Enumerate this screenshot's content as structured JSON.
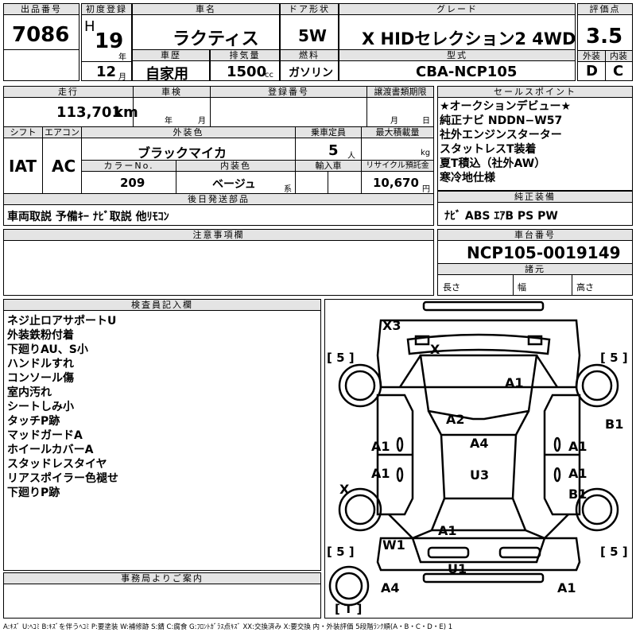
{
  "header": {
    "lot_label": "出品番号",
    "lot_value": "7086",
    "first_reg_label": "初度登録",
    "era": "H",
    "year": "19",
    "year_unit": "年",
    "month": "12",
    "month_unit": "月",
    "car_name_label": "車名",
    "car_name": "ラクティス",
    "door_label": "ドア形状",
    "door": "5W",
    "grade_label": "グレード",
    "grade": "X HIDセレクション2 4WD",
    "score_label": "評価点",
    "score": "3.5",
    "history_label": "車歴",
    "history": "自家用",
    "displacement_label": "排気量",
    "displacement": "1500",
    "cc": "cc",
    "fuel_label": "燃料",
    "fuel": "ガソリン",
    "model_label": "型式",
    "model": "CBA-NCP105",
    "ext_label": "外装",
    "ext": "D",
    "int_label": "内装",
    "int": "C"
  },
  "row2": {
    "mileage_label": "走行",
    "mileage": "113,701",
    "km": "km",
    "inspection_label": "車検",
    "year_unit": "年",
    "month_unit": "月",
    "reg_no_label": "登録番号",
    "transfer_label": "譲渡書類期限",
    "day_unit": "日",
    "shift_label": "シフト",
    "shift": "IAT",
    "ac_label": "エアコン",
    "ac": "AC",
    "ext_color_label": "外装色",
    "ext_color": "ブラックマイカ",
    "capacity_label": "乗車定員",
    "capacity": "5",
    "capacity_unit": "人",
    "load_label": "最大積載量",
    "load_unit": "kg",
    "color_no_label": "カラーNo.",
    "color_no": "209",
    "int_color_label": "内装色",
    "int_color": "ベージュ",
    "int_color_unit": "系",
    "import_label": "輸入車",
    "recycle_label": "リサイクル預託金",
    "recycle": "10,670",
    "yen": "円",
    "later_label": "後日発送部品",
    "later": "車両取説 予備ｷｰ ﾅﾋﾞ取説 他ﾘﾓｺﾝ"
  },
  "selling": {
    "label": "セールスポイント",
    "items": [
      "★オークションデビュー★",
      "純正ナビ NDDN−W57",
      "社外エンジンスターター",
      "スタットレスT装着",
      "夏T積込（社外AW）",
      "寒冷地仕様"
    ]
  },
  "equipment": {
    "label": "純正装備",
    "value": "ﾅﾋﾞ ABS ｴｱB PS PW"
  },
  "caution": {
    "label": "注意事項欄"
  },
  "chassis": {
    "label": "車台番号",
    "value": "NCP105-0019149",
    "spec_label": "諸元",
    "len": "長さ",
    "width": "幅",
    "height": "高さ"
  },
  "inspector": {
    "label": "検査員記入欄",
    "items": [
      "ネジ止ロアサポートU",
      "外装鉄粉付着",
      "下廻りAU、S小",
      "ハンドルすれ",
      "コンソール傷",
      "室内汚れ",
      "シートしみ小",
      "タッチP跡",
      "マッドガードA",
      "ホイールカバーA",
      "スタッドレスタイヤ",
      "リアスポイラー色褪せ",
      "下廻りP跡"
    ]
  },
  "office": {
    "label": "事務局よりご案内"
  },
  "diagram": {
    "X3": "X3",
    "X_top": "X",
    "A1_roof": "A1",
    "A2": "A2",
    "A4": "A4",
    "U3": "U3",
    "A1_left1": "A1",
    "A1_left2": "A1",
    "A1_right1": "A1",
    "A1_right2": "A1",
    "B1_right": "B1",
    "B1_right2": "B1",
    "X_left": "X",
    "A1_bottom": "A1",
    "W1": "W1",
    "U1": "U1",
    "A4_corner": "A4",
    "A1_corner": "A1",
    "tire_fl": "[ 5 ]",
    "tire_fr": "[ 5 ]",
    "tire_rl": "[ 5 ]",
    "tire_rr": "[ 5 ]",
    "tire_t": "[ T ]"
  },
  "legend": "A:ｷｽﾞ U:ﾍｺﾐ B:ｷｽﾞを伴うﾍｺﾐ P:要塗装 W:補修跡 S:錆 C:腐食 G:ﾌﾛﾝﾄｶﾞﾗｽ点ｷｽﾞ XX:交換済み X:要交換 内・外装評価 5段階ﾗﾝｸ順(A・B・C・D・E) 1"
}
